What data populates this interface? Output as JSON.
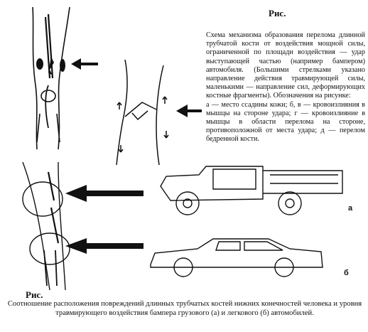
{
  "figure1": {
    "title": "Рис.",
    "description": "Схема механизма образования перелома длинной трубчатой кости от воздействия мощной силы, ограниченной по площади воздействия — удар выступающей частью (например бампером) автомобиля. (Большими стрелками указано направление действия травмирующей силы, маленькими — направление сил, деформирующих костные фрагменты). Обозначения на рисунке:",
    "legend": "а — место ссадины кожи; б, в — кровоизлияния в мышцы на стороне удара; г — кровоизлияние в мышцы в области перелома на стороне, противоположной от места удара; д — перелом бедренной кости."
  },
  "figure2": {
    "label_a": "а",
    "label_b": "б",
    "title": "Рис.",
    "caption": "Соотношение расположения повреждений длинных трубчатых костей нижних конечностей человека и уровня травмирующего воздействия бампера грузового (а) и легкового (б) автомобилей."
  }
}
